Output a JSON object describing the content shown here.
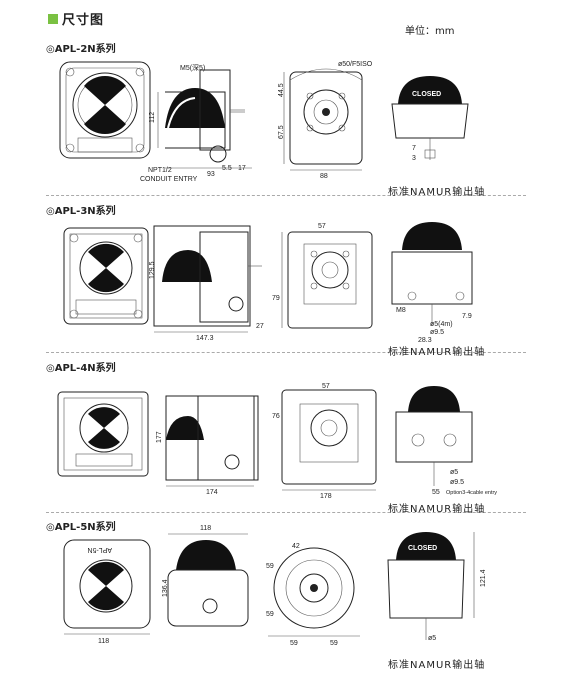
{
  "header": {
    "title": "尺寸图",
    "unit": "单位：mm"
  },
  "sections": [
    {
      "label": "◎APL-2N系列",
      "namur": "标准NAMUR输出轴",
      "dims": {
        "m5": "M5(深5)",
        "d50": "ø50/F5ISO",
        "h112": "112",
        "h445": "44.5",
        "h675": "67.5",
        "w93": "93",
        "w55": "5.5",
        "w17": "17",
        "w88": "88",
        "npt": "NPT1/2",
        "conduit": "CONDUIT ENTRY",
        "closed": "CLOSED",
        "d7": "7",
        "d3": "3"
      }
    },
    {
      "label": "◎APL-3N系列",
      "namur": "标准NAMUR输出轴",
      "dims": {
        "h1295": "129.5",
        "w1473": "147.3",
        "w27": "27",
        "w57": "57",
        "h79": "79",
        "m8": "M8",
        "d5": "ø5(4m)",
        "d95": "ø9.5",
        "w283": "28.3",
        "w79": "7.9"
      }
    },
    {
      "label": "◎APL-4N系列",
      "namur": "标准NAMUR输出轴",
      "dims": {
        "h177": "177",
        "w174": "174",
        "w57": "57",
        "w178": "178",
        "h76": "76",
        "d5": "ø5",
        "d95": "ø9.5",
        "w55": "55",
        "option": "Option3-4cable entry"
      }
    },
    {
      "label": "◎APL-5N系列",
      "namur": "标准NAMUR输出轴",
      "dims": {
        "w118a": "118",
        "w118b": "118",
        "h1364": "136.4",
        "h1214": "121.4",
        "w59a": "59",
        "w59b": "59",
        "h59a": "59",
        "h59b": "59",
        "w42": "42",
        "d5": "ø5",
        "closed": "CLOSED",
        "apl": "APL-5N"
      }
    }
  ]
}
